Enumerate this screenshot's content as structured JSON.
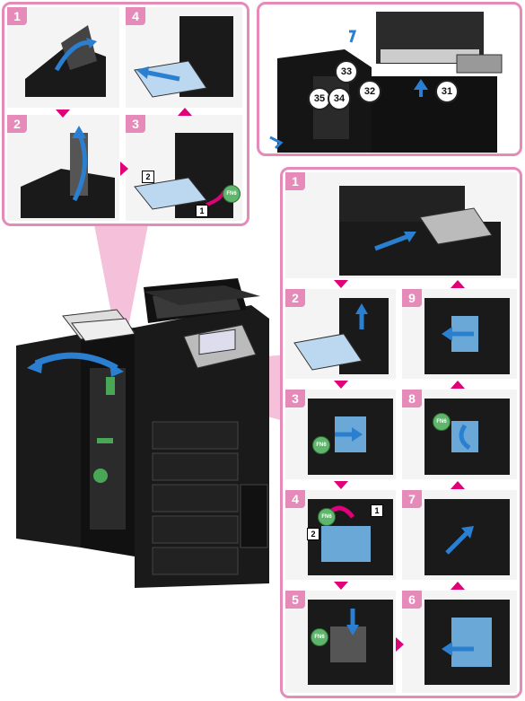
{
  "top_left_panel": {
    "steps": [
      "1",
      "4",
      "2",
      "3"
    ]
  },
  "top_right_panel": {
    "callouts": [
      "33",
      "32",
      "31",
      "35",
      "34"
    ]
  },
  "right_panel": {
    "steps": [
      "1",
      "2",
      "9",
      "3",
      "8",
      "4",
      "7",
      "5",
      "6"
    ],
    "labels": {
      "fng": "FN6",
      "box1": "1",
      "box2": "2"
    }
  },
  "colors": {
    "frame": "#e58ab9",
    "arrow_blue": "#2a7fd0",
    "arrow_magenta": "#e0007a",
    "machine": "#1a1a1a"
  }
}
